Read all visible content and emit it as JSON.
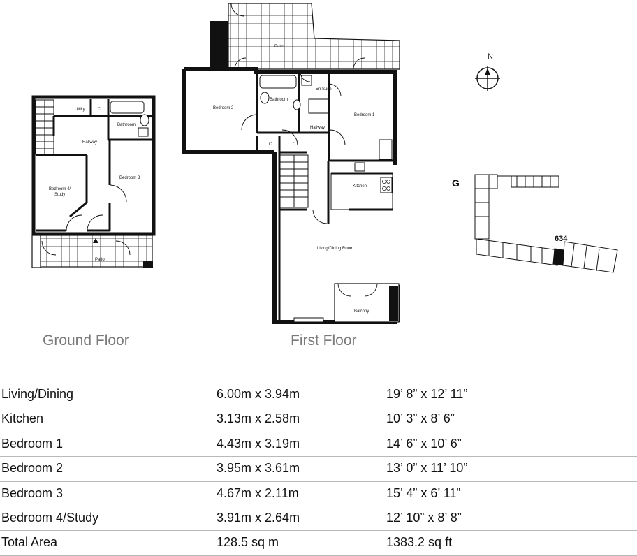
{
  "plan": {
    "ground_floor": {
      "title": "Ground Floor",
      "rooms": {
        "utility": "Utility",
        "cupboard_1": "C",
        "bathroom": "Bathroom",
        "hallway": "Hallway",
        "bedroom_4": "Bedroom 4/",
        "bedroom_4_line2": "Study",
        "bedroom_3": "Bedroom 3",
        "patio": "Patio"
      }
    },
    "first_floor": {
      "title": "First Floor",
      "rooms": {
        "patio": "Patio",
        "bathroom": "Bathroom",
        "en_suite": "En Suite",
        "bedroom_2": "Bedroom 2",
        "bedroom_1": "Bedroom 1",
        "hallway": "Hallway",
        "cupboard_1": "C",
        "cupboard_2": "C",
        "kitchen": "Kitchen",
        "living_dining": "Living/Dining Room",
        "balcony": "Balcony"
      }
    },
    "compass": {
      "north_label": "N"
    },
    "site_key": {
      "block_label": "G",
      "unit_number": "634"
    }
  },
  "rooms_table": {
    "rows": [
      {
        "name": "Living/Dining",
        "metric": "6.00m x 3.94m",
        "imperial": "19’ 8” x 12’ 11”"
      },
      {
        "name": "Kitchen",
        "metric": "3.13m x 2.58m",
        "imperial": "10’ 3” x 8’ 6”"
      },
      {
        "name": "Bedroom 1",
        "metric": "4.43m x 3.19m",
        "imperial": "14’ 6” x 10’ 6”"
      },
      {
        "name": "Bedroom 2",
        "metric": "3.95m x 3.61m",
        "imperial": "13’ 0” x 11’ 10”"
      },
      {
        "name": "Bedroom 3",
        "metric": "4.67m x 2.11m",
        "imperial": "15’ 4” x 6’ 11”"
      },
      {
        "name": "Bedroom 4/Study",
        "metric": "3.91m x 2.64m",
        "imperial": "12’ 10” x 8’ 8”"
      },
      {
        "name": "Total Area",
        "metric": "128.5 sq m",
        "imperial": "1383.2 sq ft"
      }
    ]
  }
}
